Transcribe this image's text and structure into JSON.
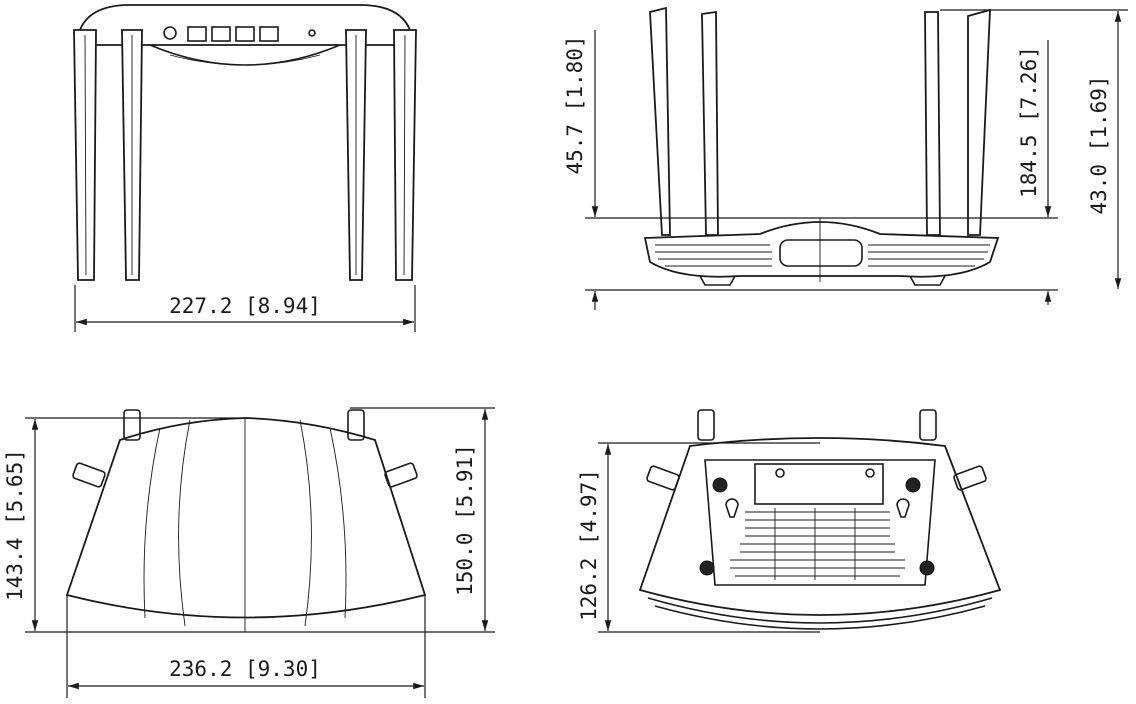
{
  "views": {
    "rear": {
      "width_label": "227.2 [8.94]"
    },
    "side": {
      "body_height_label": "45.7 [1.80]",
      "total_height_label": "184.5 [7.26]",
      "antenna_height_label": "43.0 [1.69]"
    },
    "top": {
      "depth_label": "143.4 [5.65]",
      "depth_with_antenna_label": "150.0 [5.91]",
      "width_label": "236.2 [9.30]"
    },
    "bottom": {
      "depth_label": "126.2 [4.97]"
    }
  },
  "colors": {
    "line": "#1a1a1a",
    "background": "#ffffff"
  }
}
